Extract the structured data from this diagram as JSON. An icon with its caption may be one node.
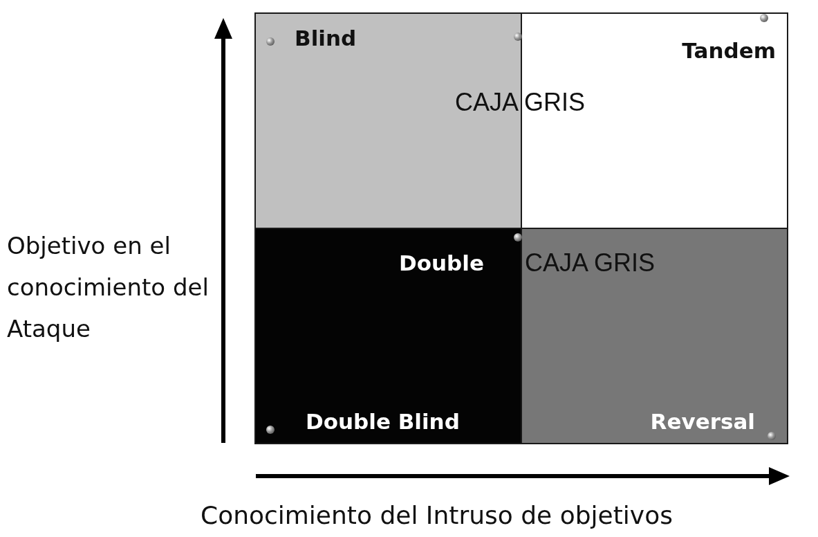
{
  "diagram": {
    "nodes": [
      {
        "text": [
          "Blind"
        ]
      },
      {
        "text": [
          "Tandem"
        ]
      },
      {
        "text": [
          "Double Blind"
        ]
      },
      {
        "text": [
          "Reversal"
        ]
      }
    ],
    "labels": [
      "CAJA GRIS",
      "Double",
      "CAJA GRIS",
      "Objetivo en el conocimiento del Ataque",
      "Conocimiento del Intruso de objetivos"
    ]
  }
}
